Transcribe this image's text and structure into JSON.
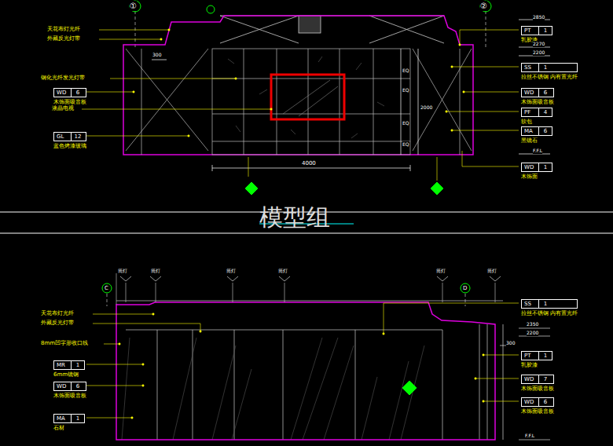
{
  "diagram": {
    "nodes": [
      {
        "text": [
          "WD",
          "6",
          "木饰面吸音板"
        ]
      },
      {
        "text": [
          "GL",
          "12",
          "蓝色烤漆玻璃"
        ]
      },
      {
        "text": [
          "PT",
          "1",
          "乳胶漆"
        ]
      },
      {
        "text": [
          "SS",
          "1",
          "拉丝不锈钢 内有置光纤"
        ]
      },
      {
        "text": [
          "WD",
          "6",
          "木饰面吸音板"
        ]
      },
      {
        "text": [
          "PF",
          "4",
          "软包"
        ]
      },
      {
        "text": [
          "MA",
          "6",
          "黑镜石"
        ]
      },
      {
        "text": [
          "WD",
          "1",
          "木饰面"
        ]
      },
      {
        "text": [
          "MR",
          "1",
          "6mm镜钢"
        ]
      },
      {
        "text": [
          "WD",
          "6",
          "木饰面吸音板"
        ]
      },
      {
        "text": [
          "MA",
          "1",
          "石材"
        ]
      },
      {
        "text": [
          "SS",
          "1",
          "拉丝不锈钢 内有置光纤"
        ]
      },
      {
        "text": [
          "PT",
          "1",
          "乳胶漆"
        ]
      },
      {
        "text": [
          "WD",
          "7",
          "木饰面吸音板"
        ]
      },
      {
        "text": [
          "WD",
          "6",
          "木饰面吸音板"
        ]
      }
    ],
    "labels": [
      "①",
      "②",
      "天花布灯光纤",
      "外藏反光灯带",
      "300",
      "钢化光纤发光灯带",
      "液晶电视",
      "EQ",
      "EQ",
      "EQ",
      "EQ",
      "2000",
      "4000",
      "2850",
      "2270",
      "2200",
      "F.F.L",
      "模型组",
      "C",
      "D",
      "筒灯",
      "筒灯",
      "筒灯",
      "筒灯",
      "筒灯",
      "筒灯",
      "天花布灯光纤",
      "外藏反光灯带",
      "8mm凹字形收口线",
      "2350",
      "2200",
      "300",
      "F.F.L"
    ]
  }
}
